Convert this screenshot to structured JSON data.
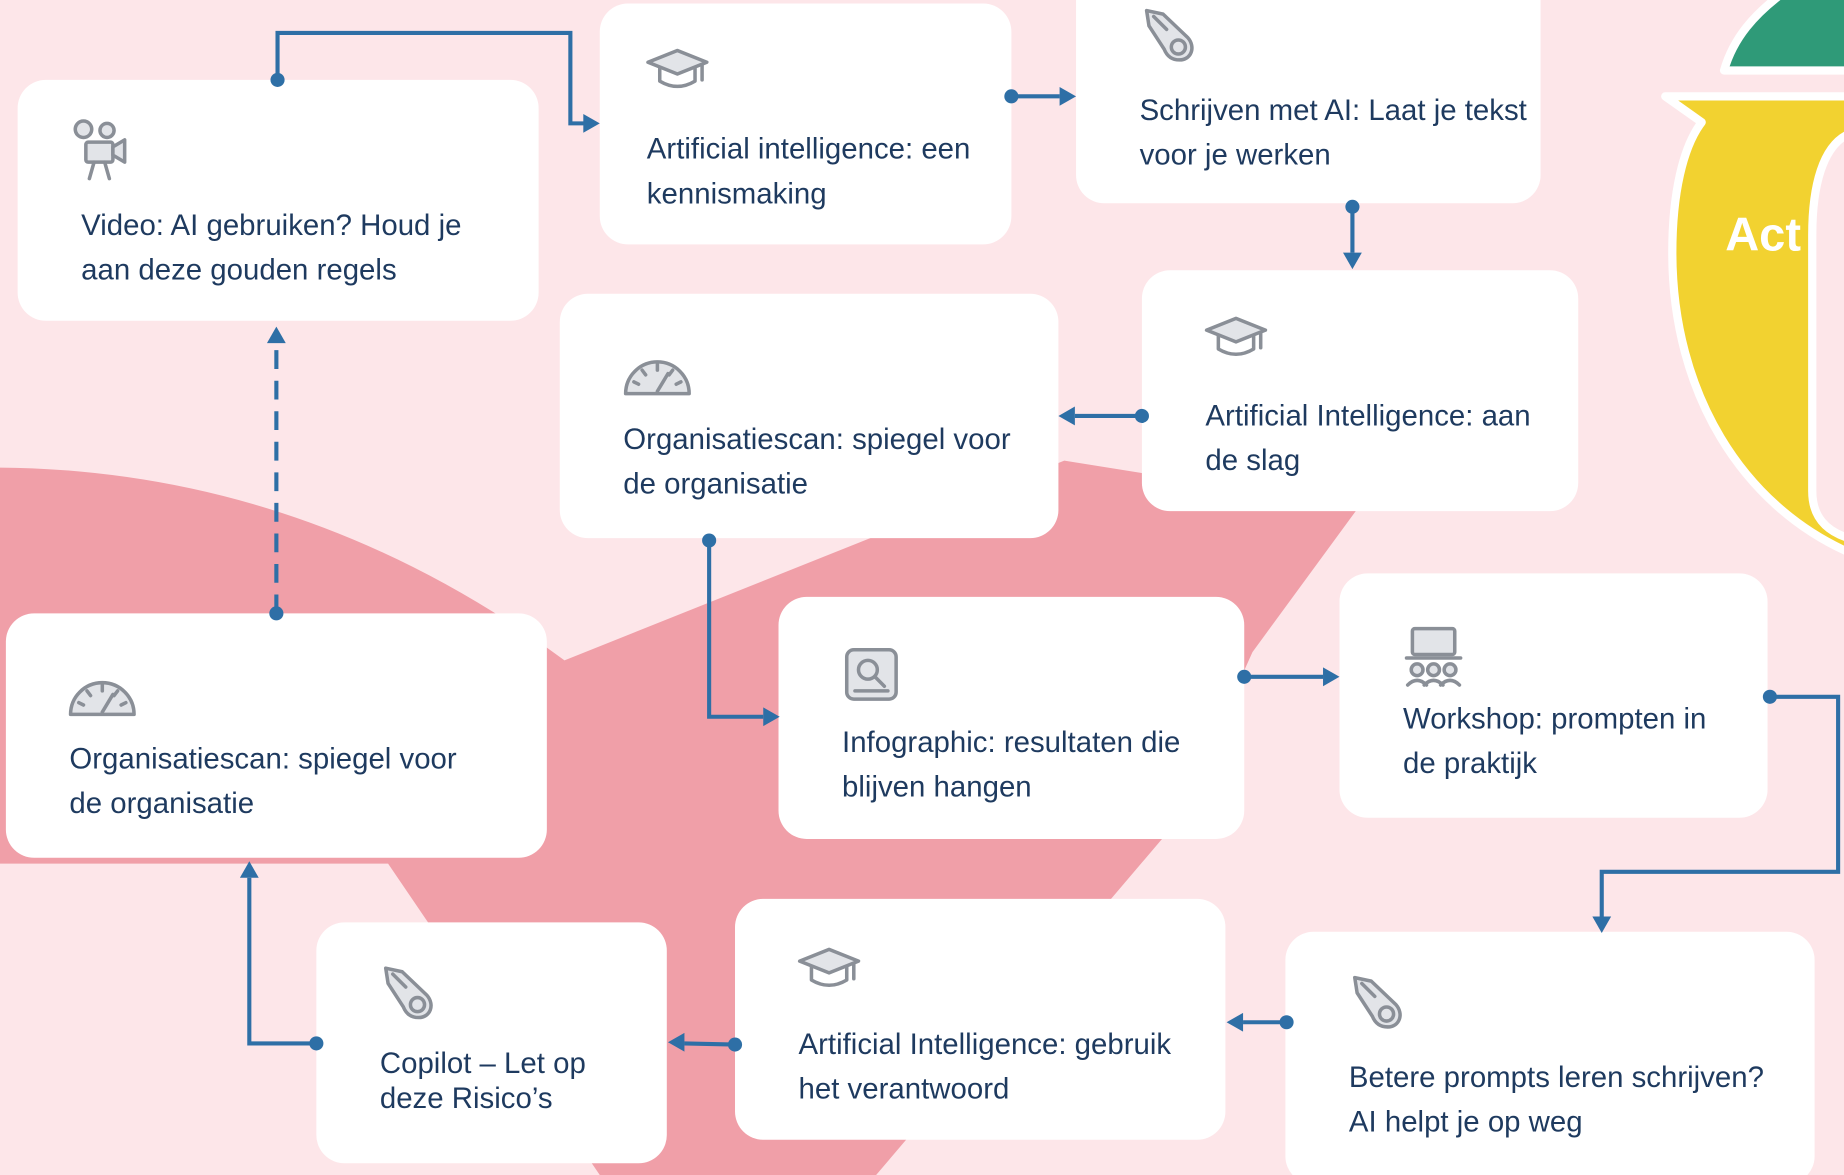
{
  "diagram": {
    "nodes": [
      {
        "icon": "video-camera-icon",
        "lines": [
          "Video: AI gebruiken? Houd je",
          "aan deze gouden regels"
        ]
      },
      {
        "icon": "graduation-cap-icon",
        "lines": [
          "Artificial intelligence: een",
          "kennismaking"
        ]
      },
      {
        "icon": "rocket-icon",
        "lines": [
          "Schrijven met AI: Laat je tekst",
          "voor je werken"
        ]
      },
      {
        "icon": "graduation-cap-icon",
        "lines": [
          "Artificial Intelligence: aan",
          "de slag"
        ]
      },
      {
        "icon": "gauge-icon",
        "lines": [
          "Organisatiescan: spiegel voor",
          "de organisatie"
        ]
      },
      {
        "icon": "infographic-icon",
        "lines": [
          "Infographic: resultaten die",
          "blijven hangen"
        ]
      },
      {
        "icon": "workshop-icon",
        "lines": [
          "Workshop: prompten in",
          "de praktijk"
        ]
      },
      {
        "icon": "rocket-icon",
        "lines": [
          "Betere prompts leren schrijven?",
          "AI helpt je op weg"
        ]
      },
      {
        "icon": "graduation-cap-icon",
        "lines": [
          "Artificial Intelligence: gebruik",
          "het verantwoord"
        ]
      },
      {
        "icon": "rocket-icon",
        "lines": [
          "Copilot – Let op",
          "deze Risico’s"
        ]
      },
      {
        "icon": "gauge-icon",
        "lines": [
          "Organisatiescan: spiegel voor",
          "de organisatie"
        ]
      }
    ],
    "edges": [
      {
        "from": 0,
        "to": 1,
        "dashed": false
      },
      {
        "from": 1,
        "to": 2,
        "dashed": false
      },
      {
        "from": 2,
        "to": 3,
        "dashed": false
      },
      {
        "from": 3,
        "to": 4,
        "dashed": false
      },
      {
        "from": 4,
        "to": 5,
        "dashed": false
      },
      {
        "from": 5,
        "to": 6,
        "dashed": false
      },
      {
        "from": 6,
        "to": 7,
        "dashed": false
      },
      {
        "from": 7,
        "to": 8,
        "dashed": false
      },
      {
        "from": 8,
        "to": 9,
        "dashed": false
      },
      {
        "from": 9,
        "to": 10,
        "dashed": false
      },
      {
        "from": 10,
        "to": 0,
        "dashed": true
      }
    ]
  },
  "cycle_label": "Act",
  "colors": {
    "background": "#fde6e9",
    "band": "#f09fa8",
    "card": "#ffffff",
    "text": "#1e3a5f",
    "arrow": "#2e6fa6",
    "icon": "#8a8f97",
    "icon_fill": "#e2e4e8",
    "act_yellow": "#f2d230",
    "act_green": "#2f9a78",
    "act_text": "#ffffff"
  }
}
